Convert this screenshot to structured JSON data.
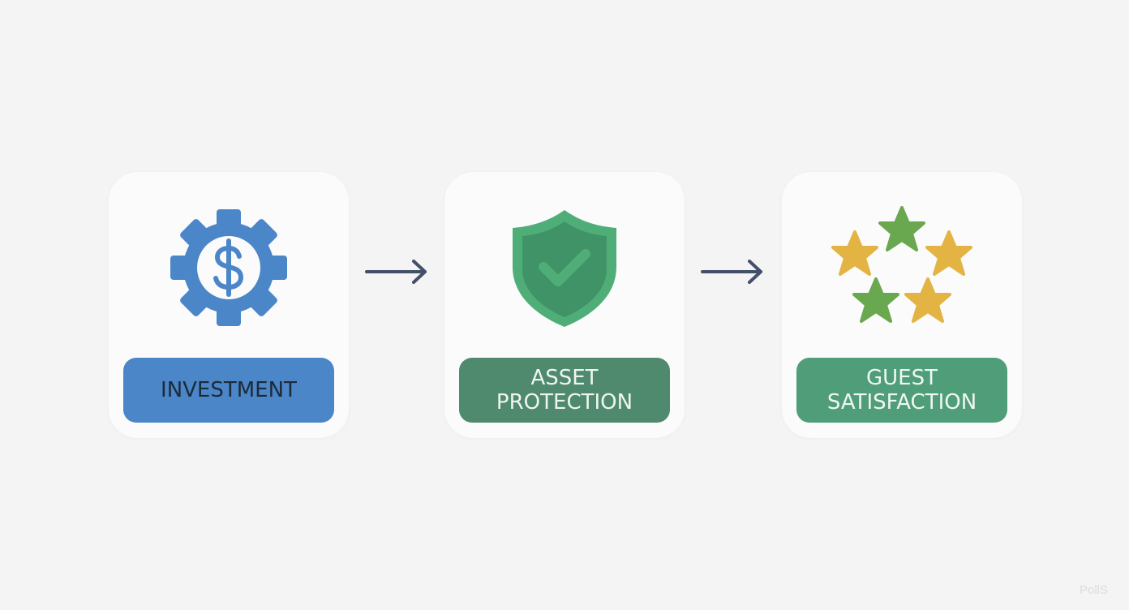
{
  "steps": [
    {
      "label": "INVESTMENT",
      "icon": "gear-dollar-icon",
      "color": "#4a86c8"
    },
    {
      "label": "ASSET\nPROTECTION",
      "icon": "shield-check-icon",
      "color": "#4f8a6e"
    },
    {
      "label": "GUEST\nSATISFACTION",
      "icon": "stars-icon",
      "color": "#4f9e79"
    }
  ],
  "colors": {
    "arrow": "#44506a",
    "gear": "#4a86c8",
    "shield": "#4a9e6f",
    "star_gold": "#e3b443",
    "star_green": "#6aa84f"
  },
  "watermark": "PollS"
}
